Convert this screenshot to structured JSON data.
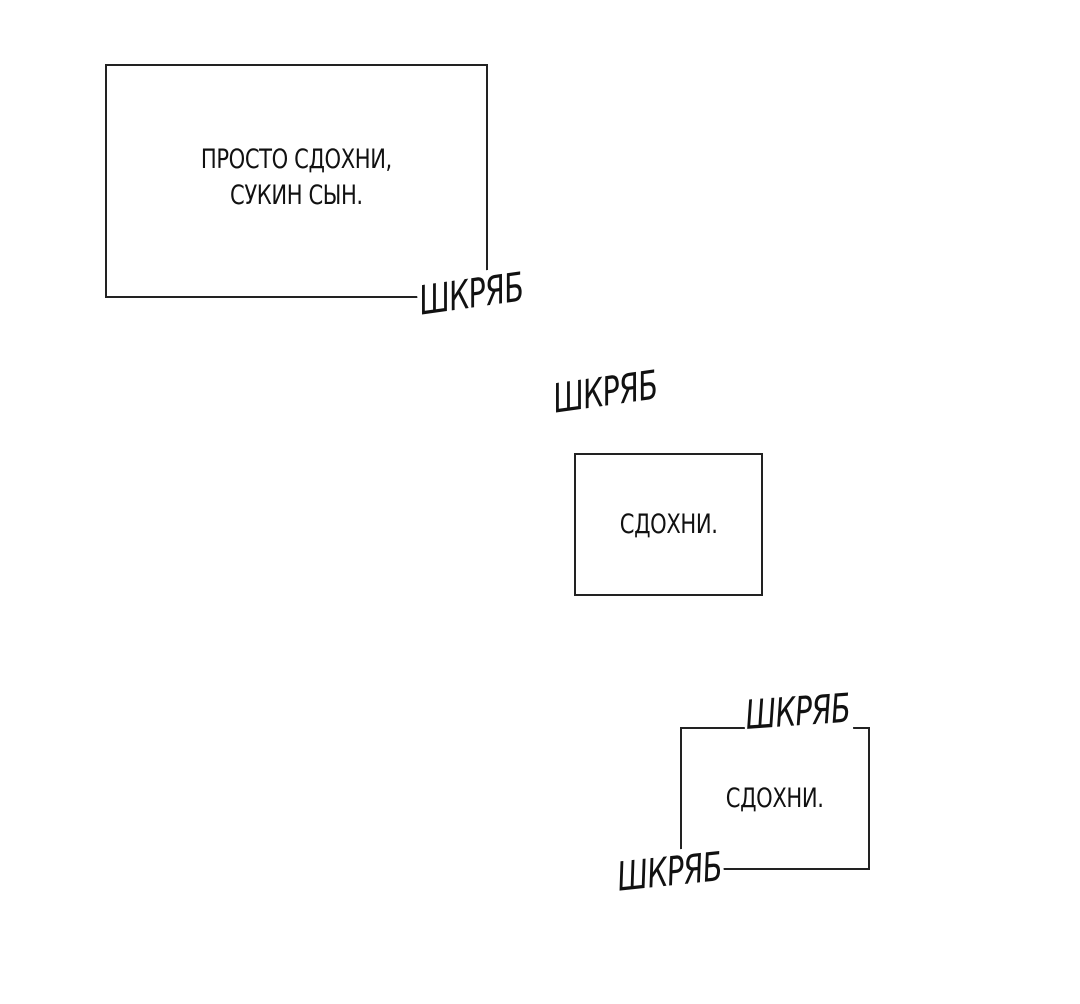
{
  "panels": [
    {
      "lines": [
        "ПРОСТО СДОХНИ,",
        "СУКИН СЫН."
      ]
    },
    {
      "lines": [
        "СДОХНИ."
      ]
    },
    {
      "lines": [
        "СДОХНИ."
      ]
    }
  ],
  "sfx": [
    "ШКРЯБ",
    "ШКРЯБ",
    "ШКРЯБ",
    "ШКРЯБ"
  ],
  "colors": {
    "background": "#ffffff",
    "ink": "#111111",
    "border": "#222222"
  }
}
